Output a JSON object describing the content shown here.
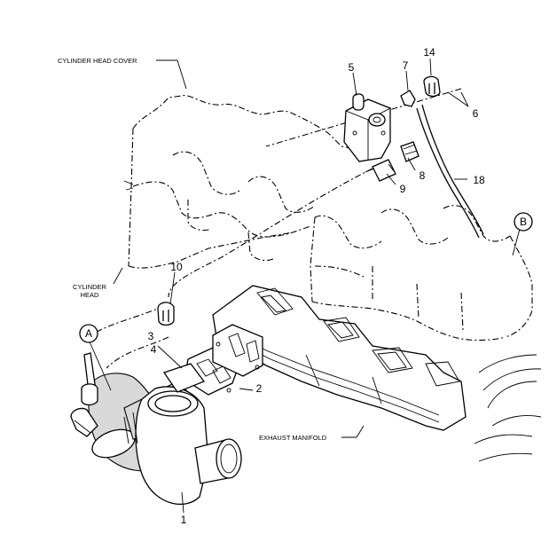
{
  "labels": {
    "cylinder_head_cover": "CYLINDER HEAD COVER",
    "cylinder_head_line1": "CYLINDER",
    "cylinder_head_line2": "HEAD",
    "exhaust_manifold": "EXHAUST MANIFOLD"
  },
  "callouts": {
    "c1": "1",
    "c2": "2",
    "c3": "3",
    "c4": "4",
    "c5": "5",
    "c6": "6",
    "c7": "7",
    "c8": "8",
    "c9": "9",
    "c10": "10",
    "c14": "14",
    "c18": "18"
  },
  "detail_markers": {
    "a": "A",
    "b": "B"
  }
}
